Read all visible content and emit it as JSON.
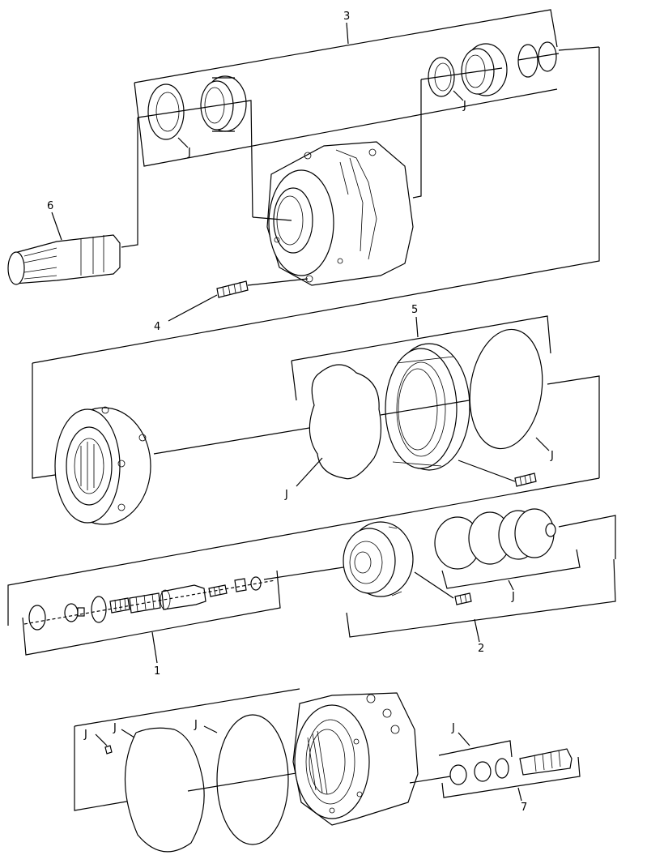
{
  "callouts": {
    "c1": "1",
    "c2": "2",
    "c3": "3",
    "c4": "4",
    "c5": "5",
    "c6": "6",
    "c7": "7",
    "j": "J"
  }
}
